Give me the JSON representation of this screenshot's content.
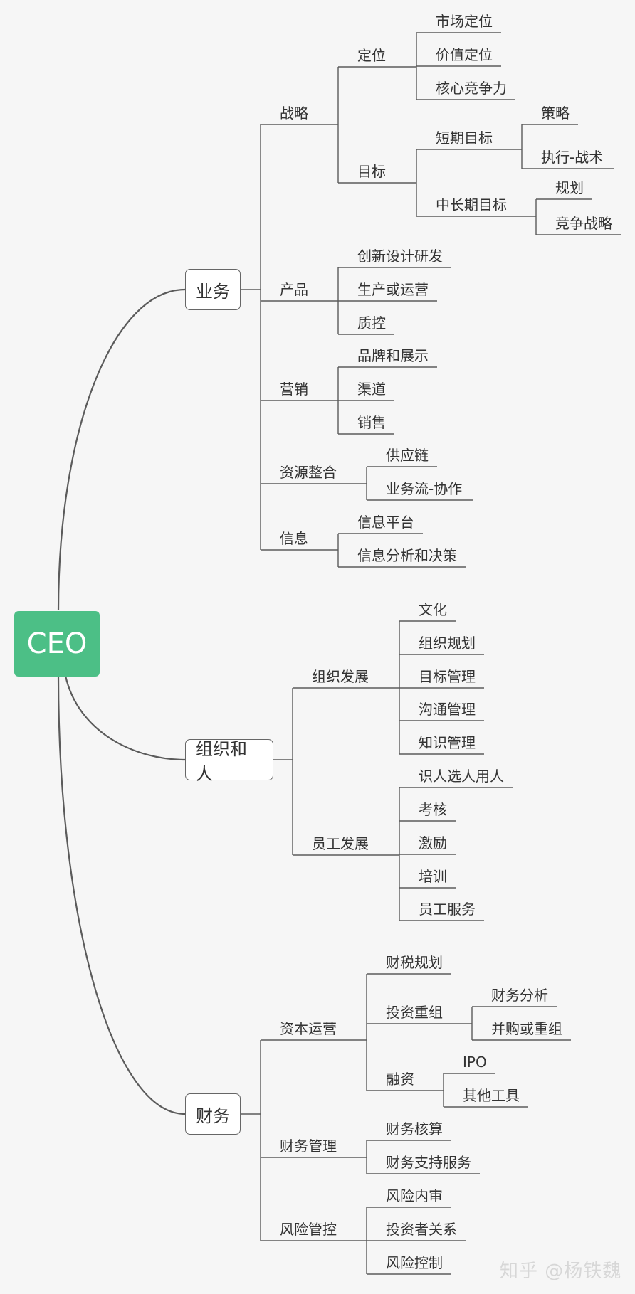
{
  "colors": {
    "root_bg": "#4cbf86",
    "line": "#5b5b5b",
    "text": "#333333"
  },
  "root": {
    "label": "CEO"
  },
  "branches": [
    {
      "id": "b1",
      "label": "业务",
      "children": [
        {
          "label": "战略",
          "children": [
            {
              "label": "定位",
              "children": [
                {
                  "label": "市场定位"
                },
                {
                  "label": "价值定位"
                },
                {
                  "label": "核心竞争力"
                }
              ]
            },
            {
              "label": "目标",
              "children": [
                {
                  "label": "短期目标",
                  "children": [
                    {
                      "label": "策略"
                    },
                    {
                      "label": "执行-战术"
                    }
                  ]
                },
                {
                  "label": "中长期目标",
                  "children": [
                    {
                      "label": "规划"
                    },
                    {
                      "label": "竞争战略"
                    }
                  ]
                }
              ]
            }
          ]
        },
        {
          "label": "产品",
          "children": [
            {
              "label": "创新设计研发"
            },
            {
              "label": "生产或运营"
            },
            {
              "label": "质控"
            }
          ]
        },
        {
          "label": "营销",
          "children": [
            {
              "label": "品牌和展示"
            },
            {
              "label": "渠道"
            },
            {
              "label": "销售"
            }
          ]
        },
        {
          "label": "资源整合",
          "children": [
            {
              "label": "供应链"
            },
            {
              "label": "业务流-协作"
            }
          ]
        },
        {
          "label": "信息",
          "children": [
            {
              "label": "信息平台"
            },
            {
              "label": "信息分析和决策"
            }
          ]
        }
      ]
    },
    {
      "id": "b2",
      "label": "组织和人",
      "children": [
        {
          "label": "组织发展",
          "children": [
            {
              "label": "文化"
            },
            {
              "label": "组织规划"
            },
            {
              "label": "目标管理"
            },
            {
              "label": "沟通管理"
            },
            {
              "label": "知识管理"
            }
          ]
        },
        {
          "label": "员工发展",
          "children": [
            {
              "label": "识人选人用人"
            },
            {
              "label": "考核"
            },
            {
              "label": "激励"
            },
            {
              "label": "培训"
            },
            {
              "label": "员工服务"
            }
          ]
        }
      ]
    },
    {
      "id": "b3",
      "label": "财务",
      "children": [
        {
          "label": "资本运营",
          "children": [
            {
              "label": "财税规划"
            },
            {
              "label": "投资重组",
              "children": [
                {
                  "label": "财务分析"
                },
                {
                  "label": "并购或重组"
                }
              ]
            },
            {
              "label": "融资",
              "children": [
                {
                  "label": "IPO"
                },
                {
                  "label": "其他工具"
                }
              ]
            }
          ]
        },
        {
          "label": "财务管理",
          "children": [
            {
              "label": "财务核算"
            },
            {
              "label": "财务支持服务"
            }
          ]
        },
        {
          "label": "风险管控",
          "children": [
            {
              "label": "风险内审"
            },
            {
              "label": "投资者关系"
            },
            {
              "label": "风险控制"
            }
          ]
        }
      ]
    }
  ],
  "watermark": "知乎 @杨铁魏"
}
